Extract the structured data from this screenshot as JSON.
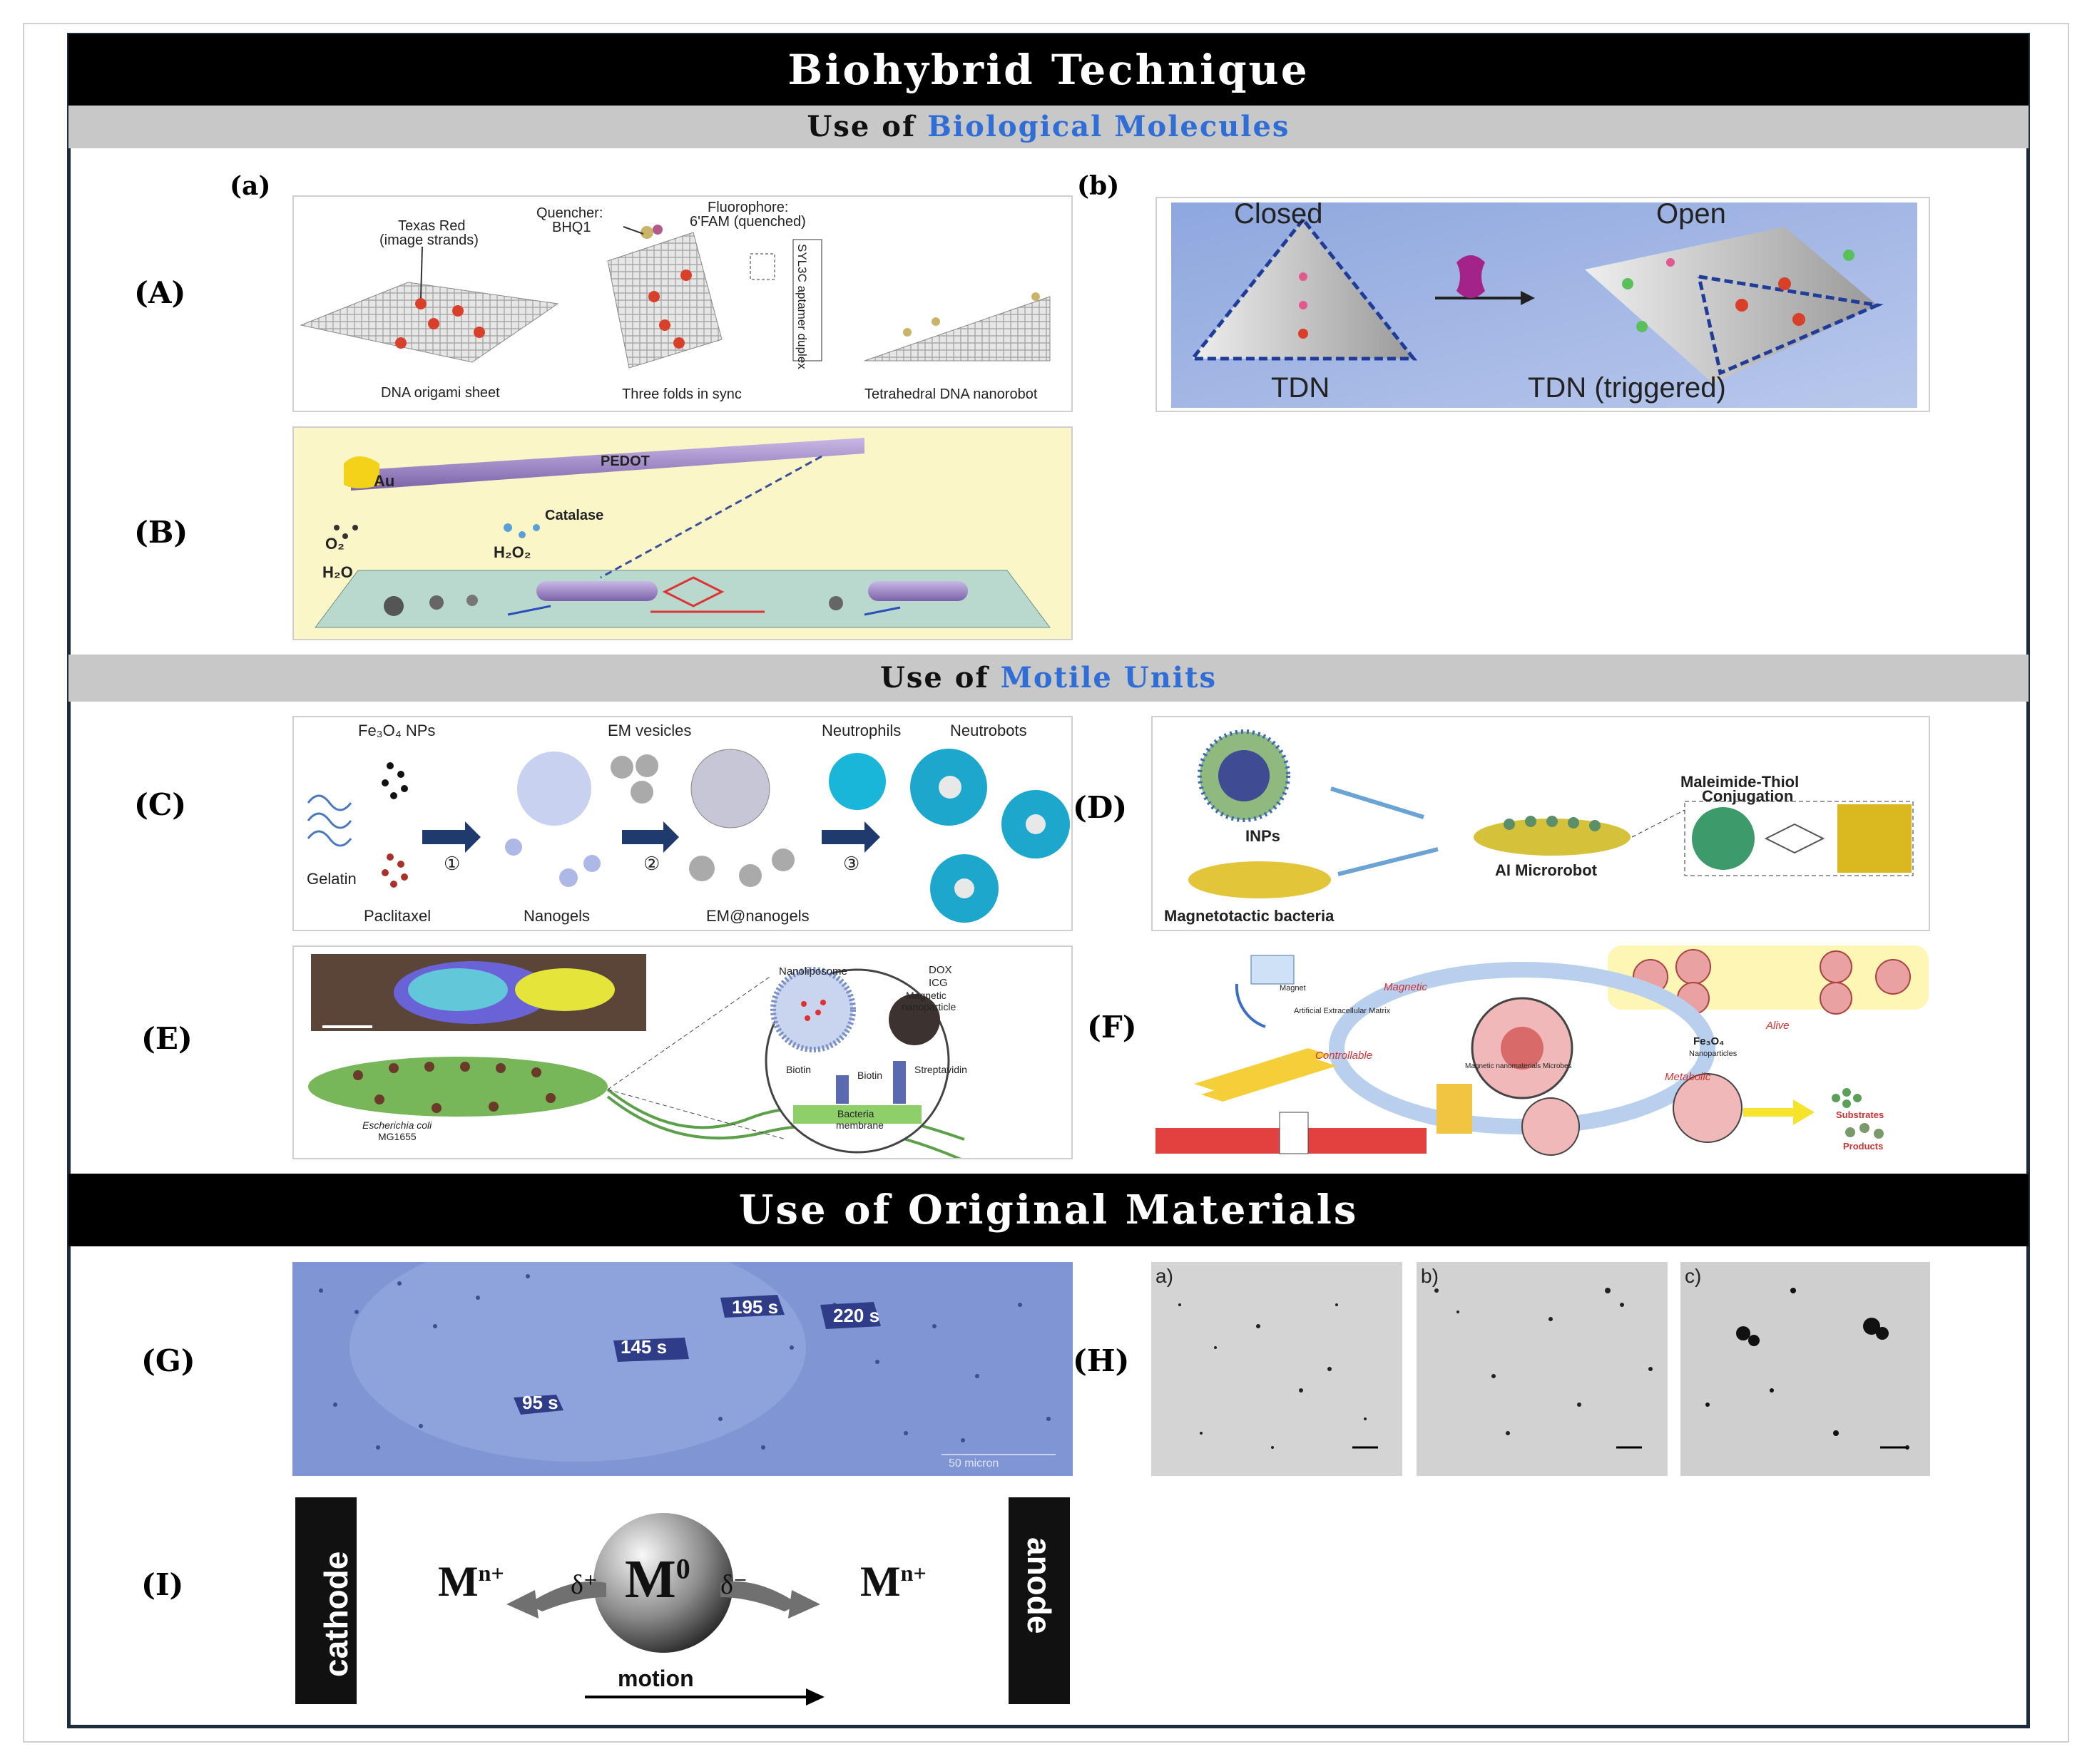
{
  "header": {
    "title": "Biohybrid Technique"
  },
  "sections": {
    "bio": {
      "prefix": "Use of ",
      "highlight": "Biological Molecules"
    },
    "motile": {
      "prefix": "Use of ",
      "highlight": "Motile Units"
    },
    "original": {
      "title": "Use of Original Materials"
    }
  },
  "labels": {
    "a_small": "(a)",
    "b_small": "(b)",
    "A": "(A)",
    "B": "(B)",
    "C": "(C)",
    "D": "(D)",
    "E": "(E)",
    "F": "(F)",
    "G": "(G)",
    "H": "(H)",
    "I": "(I)"
  },
  "panel_A": {
    "texas_red": "Texas Red",
    "image_strands": "(image strands)",
    "quencher": "Quencher:",
    "bhq1": "BHQ1",
    "fluorophore": "Fluorophore:",
    "fam": "6'FAM (quenched)",
    "aptamer": "SYL3C aptamer duplex",
    "cap1": "DNA origami sheet",
    "cap2": "Three folds in sync",
    "cap3": "Tetrahedral DNA nanorobot"
  },
  "panel_b": {
    "closed": "Closed",
    "open": "Open",
    "tdn": "TDN",
    "tdn_trig": "TDN (triggered)"
  },
  "panel_B": {
    "au": "Au",
    "pedot": "PEDOT",
    "catalase": "Catalase",
    "o2": "O₂",
    "h2o": "H₂O",
    "h2o2": "H₂O₂"
  },
  "panel_C": {
    "fe3o4": "Fe₃O₄ NPs",
    "em_vesicles": "EM vesicles",
    "neutrophils": "Neutrophils",
    "neutrobots": "Neutrobots",
    "gelatin": "Gelatin",
    "paclitaxel": "Paclitaxel",
    "nanogels": "Nanogels",
    "em_nanogels": "EM@nanogels",
    "step1": "①",
    "step2": "②",
    "step3": "③"
  },
  "panel_D": {
    "inps": "INPs",
    "conj1": "Maleimide-Thiol",
    "conj2": "Conjugation",
    "robot": "AI Microrobot",
    "bacteria": "Magnetotactic bacteria"
  },
  "panel_E": {
    "nanolipo": "Nanoliposome",
    "dox": "DOX",
    "icg": "ICG",
    "magnetic1": "Magnetic",
    "magnetic2": "nanoparticle",
    "biotin1": "Biotin",
    "biotin2": "Biotin",
    "strep": "Streptavidin",
    "membrane1": "Bacteria",
    "membrane2": "membrane",
    "ecoli1": "Escherichia coli",
    "ecoli2": "MG1655"
  },
  "panel_F": {
    "magnet": "Magnet",
    "magnetic": "Magnetic",
    "alive": "Alive",
    "ecm": "Artificial Extracellular Matrix",
    "fe3o4": "Fe₃O₄",
    "nanoparticles": "Nanoparticles",
    "controllable": "Controllable",
    "microbe": "Magnetic nanomaterials Microbes",
    "metabolic": "Metabolic",
    "substrates": "Substrates",
    "products": "Products"
  },
  "panel_G": {
    "t1": "95 s",
    "t2": "145 s",
    "t3": "195 s",
    "t4": "220 s",
    "scale": "50 micron"
  },
  "panel_H": {
    "a": "a)",
    "b": "b)",
    "c": "c)"
  },
  "panel_I": {
    "cathode": "cathode",
    "anode": "anode",
    "mn_left": "M",
    "mn_right": "M",
    "sup": "n+",
    "m0": "M",
    "m0_sup": "0",
    "delta_plus": "δ⁺",
    "delta_minus": "δ⁻",
    "motion": "motion"
  },
  "colors": {
    "highlight": "#2f6ed6",
    "bar_gray": "#c8c8c8",
    "border": "#1d2b3a"
  }
}
